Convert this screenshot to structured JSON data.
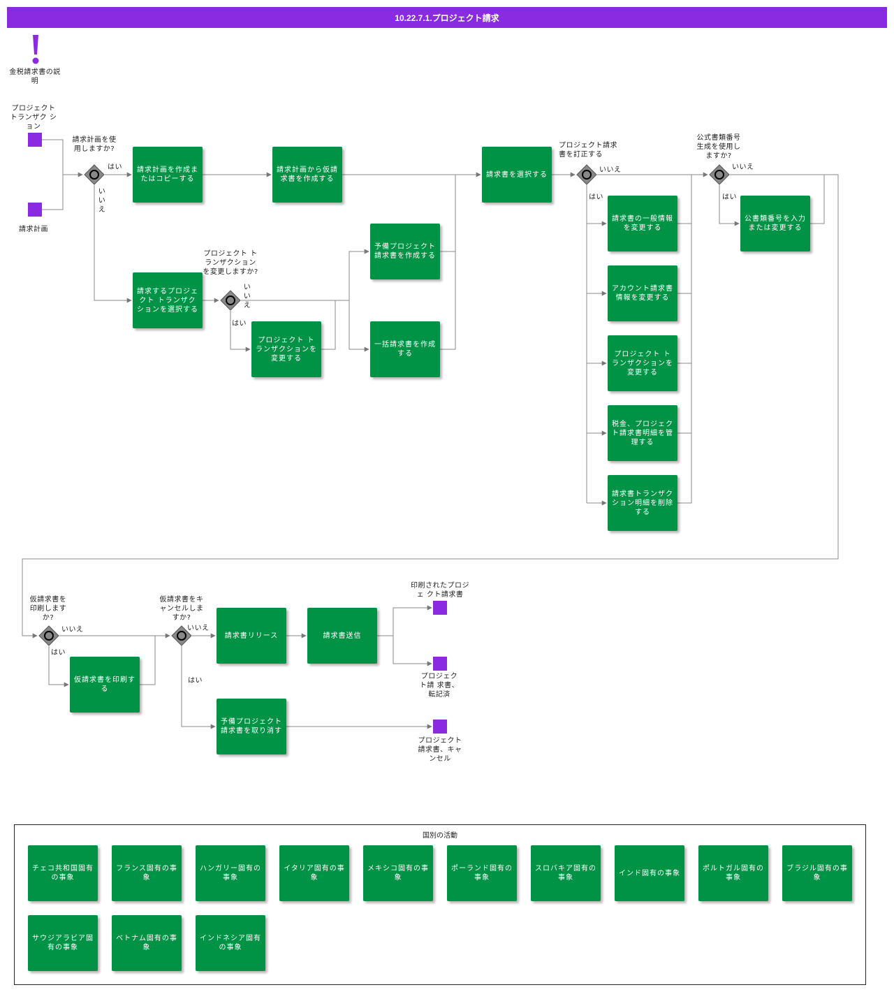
{
  "title": "10.22.7.1.プロジェクト請求",
  "colors": {
    "header": "#8a2be2",
    "task": "#009245",
    "doc": "#8a2be2",
    "gateway": "#888888"
  },
  "annotation": {
    "icon": "exclamation-icon",
    "label": "金税請求書の説明"
  },
  "inputs": {
    "project_transaction": "プロジェクト トランザク ション",
    "billing_plan": "請求計画"
  },
  "gateways": {
    "use_plan": {
      "question": "請求計画を使用しますか?",
      "yes": "はい",
      "no": "いいえ"
    },
    "change_tx": {
      "question": "プロジェクト トランザクションを変更しますか?",
      "yes": "はい",
      "no": "いいえ"
    },
    "correct": {
      "question": "プロジェクト請求書を訂正する",
      "yes": "はい",
      "no": "いいえ"
    },
    "official": {
      "question": "公式書類番号生成を使用しますか?",
      "yes": "はい",
      "no": "いいえ"
    },
    "print": {
      "question": "仮請求書を印刷しますか?",
      "yes": "はい",
      "no": "いいえ"
    },
    "cancel": {
      "question": "仮請求書をキャンセルしますか?",
      "yes": "はい",
      "no": "いいえ"
    }
  },
  "tasks": {
    "t_create_copy": "請求計画を作成またはコピーする",
    "t_create_from_plan": "請求計画から仮請求書を作成する",
    "t_select_tx": "請求するプロジェクト トランザクションを選択する",
    "t_change_tx": "プロジェクト トランザクションを変更する",
    "t_create_proforma": "予備プロジェクト請求書を作成する",
    "t_bulk": "一括請求書を作成する",
    "t_select_inv": "請求書を選択する",
    "t_general": "請求書の一般情報を変更する",
    "t_account": "アカウント請求書情報を変更する",
    "t_change_tx2": "プロジェクト トランザクションを変更する",
    "t_tax": "税金、プロジェクト請求書明細を管理する",
    "t_delete": "請求書トランザクション明細を削除する",
    "t_official": "公書類番号を入力または変更する",
    "t_print": "仮請求書を印刷する",
    "t_release": "請求書リリース",
    "t_send": "請求書送信",
    "t_cancel": "予備プロジェクト請求書を取り消す"
  },
  "outputs": {
    "printed": "印刷されたプロジェ クト請求書",
    "posted": "プロジェクト請 求書、転記済",
    "cancelled": "プロジェクト請求書、キャンセル"
  },
  "legend": {
    "title": "国別の活動",
    "items": [
      "チェコ共和国固有の事象",
      "フランス固有の事象",
      "ハンガリー固有の事象",
      "イタリア固有の事象",
      "メキシコ固有の事象",
      "ポーランド固有の事象",
      "スロバキア固有の事象",
      "インド固有の事象",
      "ポルトガル固有の事象",
      "ブラジル固有の事象",
      "サウジアラビア固有の事象",
      "ベトナム固有の事象",
      "インドネシア固有の事象"
    ]
  }
}
